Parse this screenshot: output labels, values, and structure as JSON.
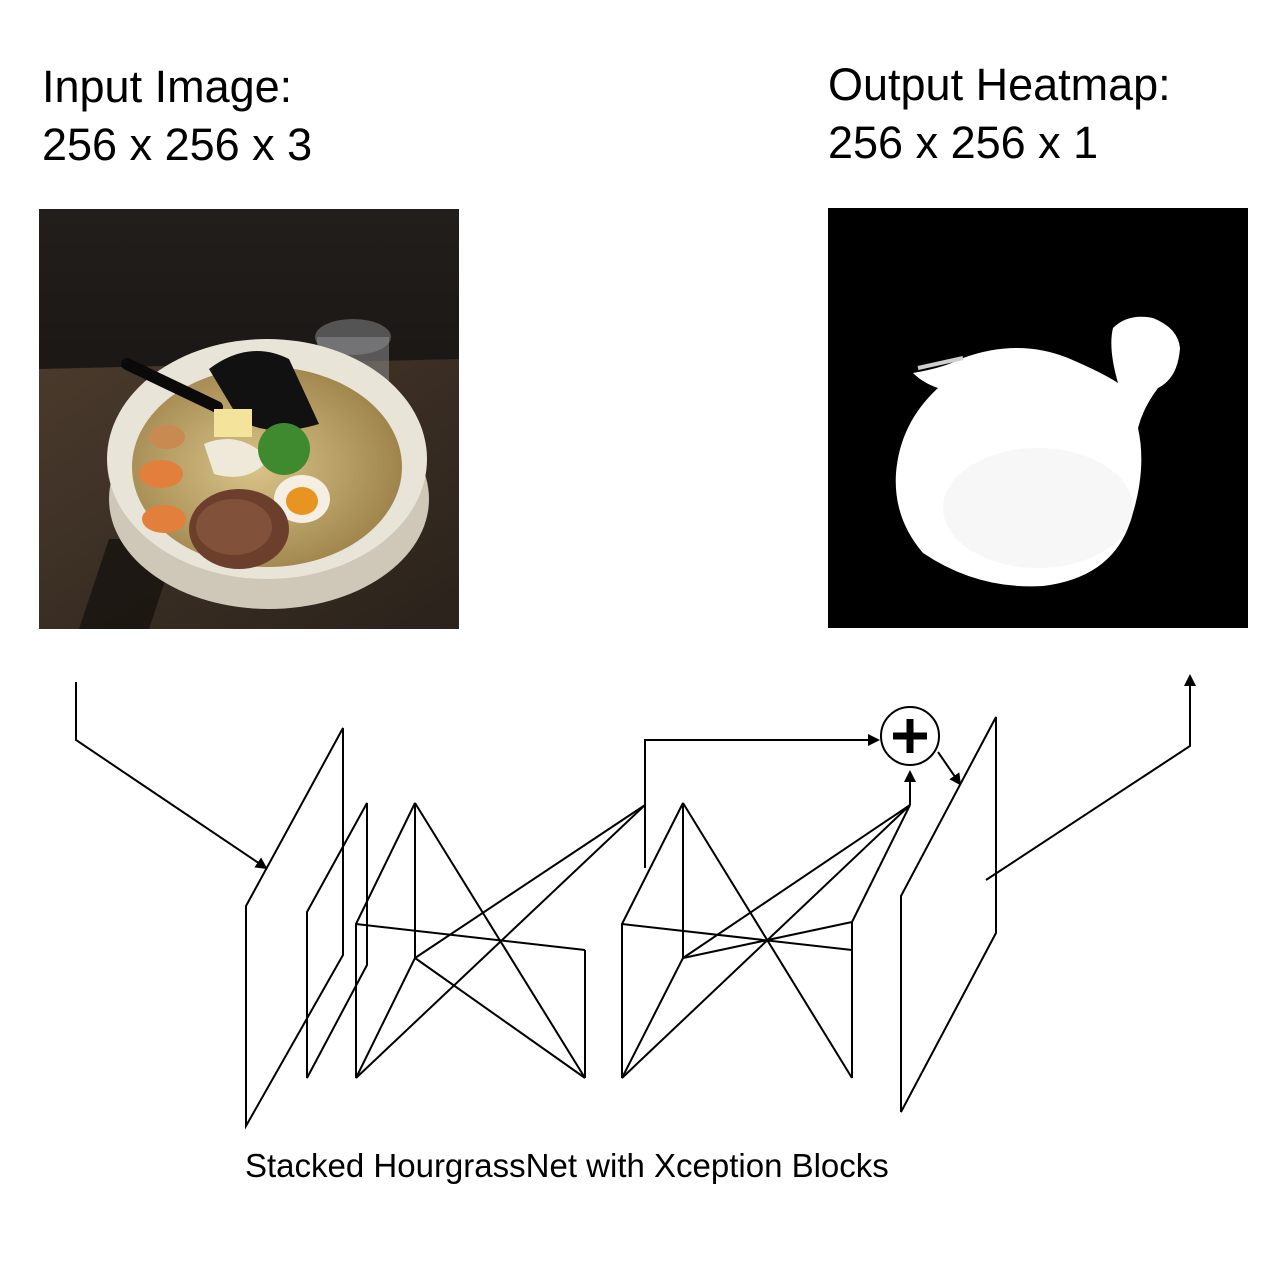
{
  "input": {
    "title": "Input Image:",
    "dims": "256 x 256 x 3"
  },
  "output": {
    "title": "Output Heatmap:",
    "dims": "256 x 256 x 1"
  },
  "caption": "Stacked HourgrassNet with Xception Blocks",
  "colors": {
    "stroke": "#000000",
    "background": "#ffffff",
    "heatmap_bg": "#000000",
    "heatmap_fg": "#ffffff"
  },
  "icons": {
    "add": "plus-circle-icon",
    "arrow": "arrow-head-icon"
  }
}
